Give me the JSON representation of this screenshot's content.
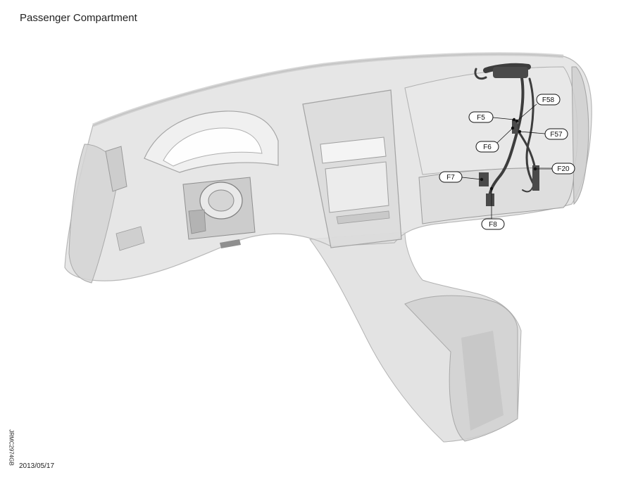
{
  "title": "Passenger Compartment",
  "callouts": {
    "f58": "F58",
    "f5": "F5",
    "f57": "F57",
    "f6": "F6",
    "f7": "F7",
    "f20": "F20",
    "f8": "F8"
  },
  "image_code": "JRMC2974GB",
  "date": "2013/05/17"
}
